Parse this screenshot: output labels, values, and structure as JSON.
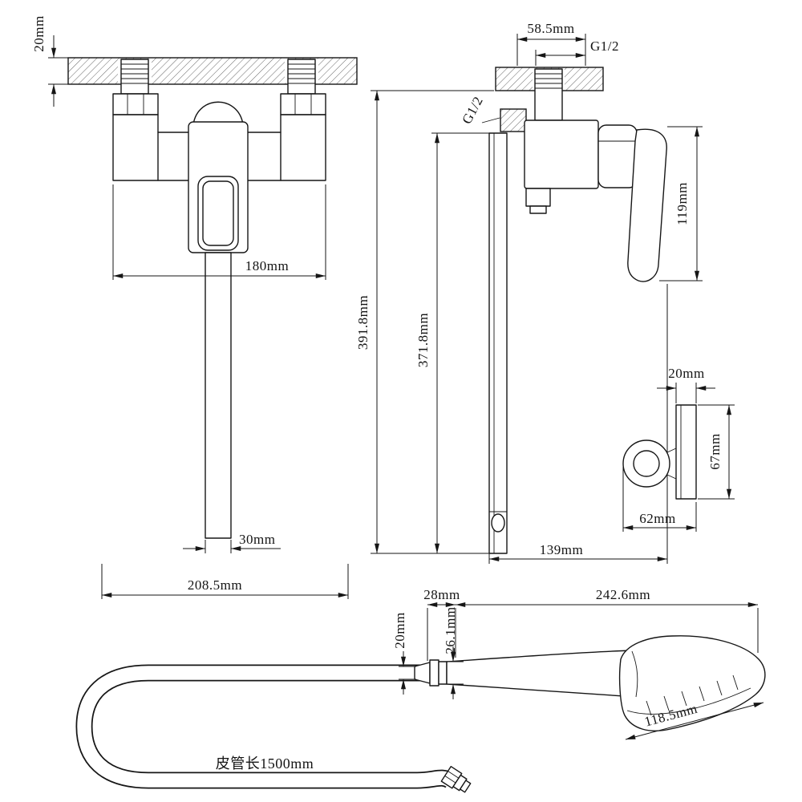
{
  "drawing": {
    "front_view": {
      "wall_thickness": "20mm",
      "port_spacing": "180mm",
      "spout_width": "30mm",
      "overall_width": "208.5mm"
    },
    "side_view": {
      "wall_offset": "58.5mm",
      "inlet_thread_top": "G1/2",
      "inlet_thread_side": "G1/2",
      "handle_length": "119mm",
      "overall_height": "391.8mm",
      "spout_height": "371.8mm",
      "overall_depth": "139mm"
    },
    "bracket_view": {
      "plate_width": "20mm",
      "plate_height": "67mm",
      "bracket_depth": "62mm"
    },
    "handshower_view": {
      "grip_ring": "28mm",
      "overall_length": "242.6mm",
      "hose_nut_dia": "20mm",
      "grip_dia": "26.1mm",
      "head_width": "118.5mm",
      "hose_length_note": "皮管长1500mm"
    }
  }
}
